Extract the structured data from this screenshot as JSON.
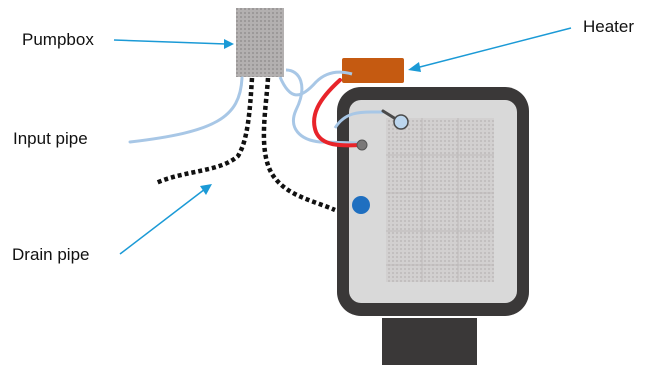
{
  "labels": {
    "pumpbox": "Pumpbox",
    "input_pipe": "Input pipe",
    "drain_pipe": "Drain pipe",
    "heater": "Heater"
  },
  "colors": {
    "pumpbox": "#a9a6a6",
    "heater": "#c55a11",
    "heater_wire": "#e8242a",
    "water_pipe": "#a8c7e6",
    "drain_pipe": "#111111",
    "arrow": "#1b9ad6",
    "chamber_frame": "#3a3838",
    "chamber_inner": "#d9d9d9",
    "grid": "#c6c3c3",
    "button": "#1f6fc0",
    "stand": "#3a3838"
  },
  "icons": {
    "chamber": "freeze-dryer-chamber",
    "thermometer": "thermometer-probe-icon",
    "button": "round-button-icon"
  }
}
